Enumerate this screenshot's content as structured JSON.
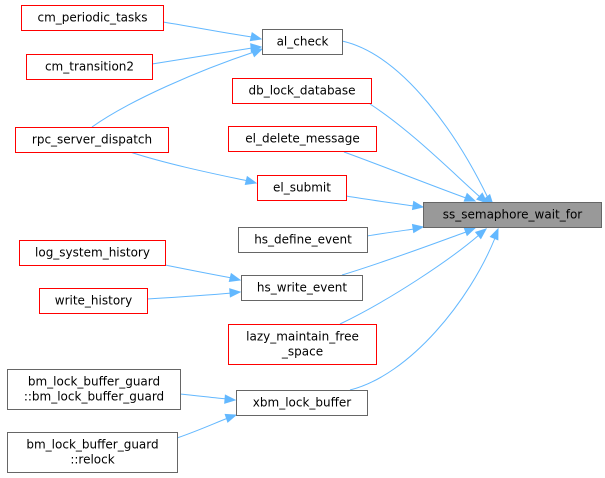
{
  "colors": {
    "red_border": "#ff0000",
    "black_border": "#666666",
    "gray_fill": "#999999",
    "white_fill": "#ffffff",
    "edge": "#63b8ff",
    "text": "#000000"
  },
  "nodes": {
    "cm_periodic_tasks": {
      "lines": [
        "cm_periodic_tasks"
      ]
    },
    "cm_transition2": {
      "lines": [
        "cm_transition2"
      ]
    },
    "rpc_server_dispatch": {
      "lines": [
        "rpc_server_dispatch"
      ]
    },
    "al_check": {
      "lines": [
        "al_check"
      ]
    },
    "db_lock_database": {
      "lines": [
        "db_lock_database"
      ]
    },
    "el_delete_message": {
      "lines": [
        "el_delete_message"
      ]
    },
    "el_submit": {
      "lines": [
        "el_submit"
      ]
    },
    "ss_semaphore_wait_for": {
      "lines": [
        "ss_semaphore_wait_for"
      ]
    },
    "hs_define_event": {
      "lines": [
        "hs_define_event"
      ]
    },
    "log_system_history": {
      "lines": [
        "log_system_history"
      ]
    },
    "hs_write_event": {
      "lines": [
        "hs_write_event"
      ]
    },
    "write_history": {
      "lines": [
        "write_history"
      ]
    },
    "lazy_maintain_free_space": {
      "lines": [
        "lazy_maintain_free",
        "_space"
      ]
    },
    "bm_lock_buffer_guard_ctor": {
      "lines": [
        "bm_lock_buffer_guard",
        "::bm_lock_buffer_guard"
      ]
    },
    "xbm_lock_buffer": {
      "lines": [
        "xbm_lock_buffer"
      ]
    },
    "bm_lock_buffer_guard_relock": {
      "lines": [
        "bm_lock_buffer_guard",
        "::relock"
      ]
    }
  }
}
